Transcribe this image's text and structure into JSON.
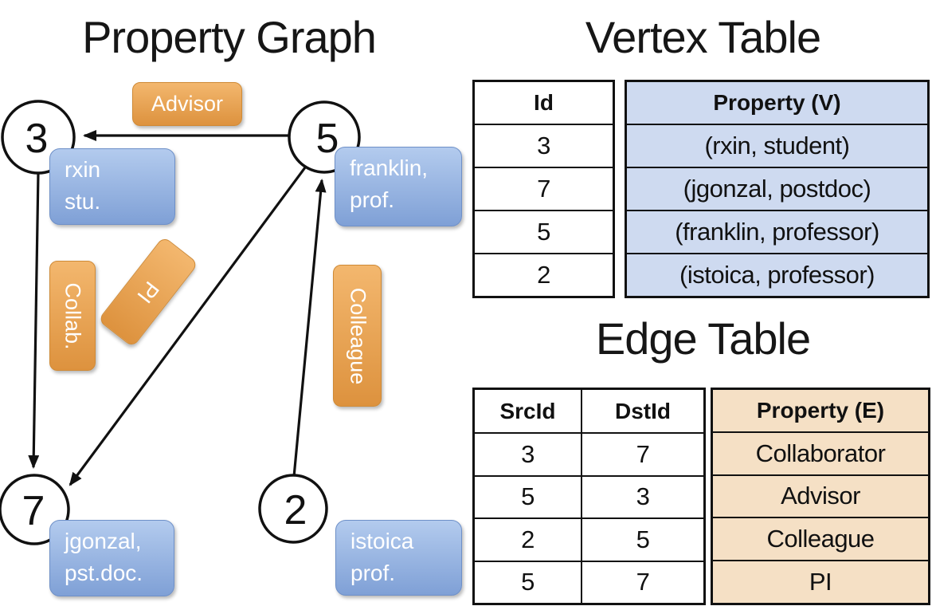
{
  "titles": {
    "property_graph": "Property Graph",
    "vertex_table": "Vertex Table",
    "edge_table": "Edge Table"
  },
  "graph": {
    "nodes": [
      {
        "id": "3",
        "label_lines": [
          "rxin",
          "stu."
        ]
      },
      {
        "id": "5",
        "label_lines": [
          "franklin,",
          "prof."
        ]
      },
      {
        "id": "7",
        "label_lines": [
          "jgonzal,",
          "pst.doc."
        ]
      },
      {
        "id": "2",
        "label_lines": [
          "istoica",
          "prof."
        ]
      }
    ],
    "edges": [
      {
        "src": "5",
        "dst": "3",
        "label": "Advisor"
      },
      {
        "src": "3",
        "dst": "7",
        "label": "Collab."
      },
      {
        "src": "5",
        "dst": "7",
        "label": "PI"
      },
      {
        "src": "2",
        "dst": "5",
        "label": "Colleague"
      }
    ]
  },
  "vertex_table": {
    "headers": {
      "id": "Id",
      "property": "Property (V)"
    },
    "rows": [
      {
        "id": "3",
        "property": "(rxin, student)"
      },
      {
        "id": "7",
        "property": "(jgonzal, postdoc)"
      },
      {
        "id": "5",
        "property": "(franklin, professor)"
      },
      {
        "id": "2",
        "property": "(istoica, professor)"
      }
    ]
  },
  "edge_table": {
    "headers": {
      "src": "SrcId",
      "dst": "DstId",
      "property": "Property (E)"
    },
    "rows": [
      {
        "src": "3",
        "dst": "7",
        "property": "Collaborator"
      },
      {
        "src": "5",
        "dst": "3",
        "property": "Advisor"
      },
      {
        "src": "2",
        "dst": "5",
        "property": "Colleague"
      },
      {
        "src": "5",
        "dst": "7",
        "property": "PI"
      }
    ]
  },
  "colors": {
    "edge_stroke": "#111111",
    "node_fill": "#ffffff",
    "vertex_label_blue_top": "#b3cbee",
    "vertex_label_blue_bottom": "#7fa0d6",
    "edge_label_orange_top": "#f3b76e",
    "edge_label_orange_bottom": "#dd923e",
    "vertex_property_bg": "#cedaf0",
    "edge_property_bg": "#f5e0c5"
  }
}
